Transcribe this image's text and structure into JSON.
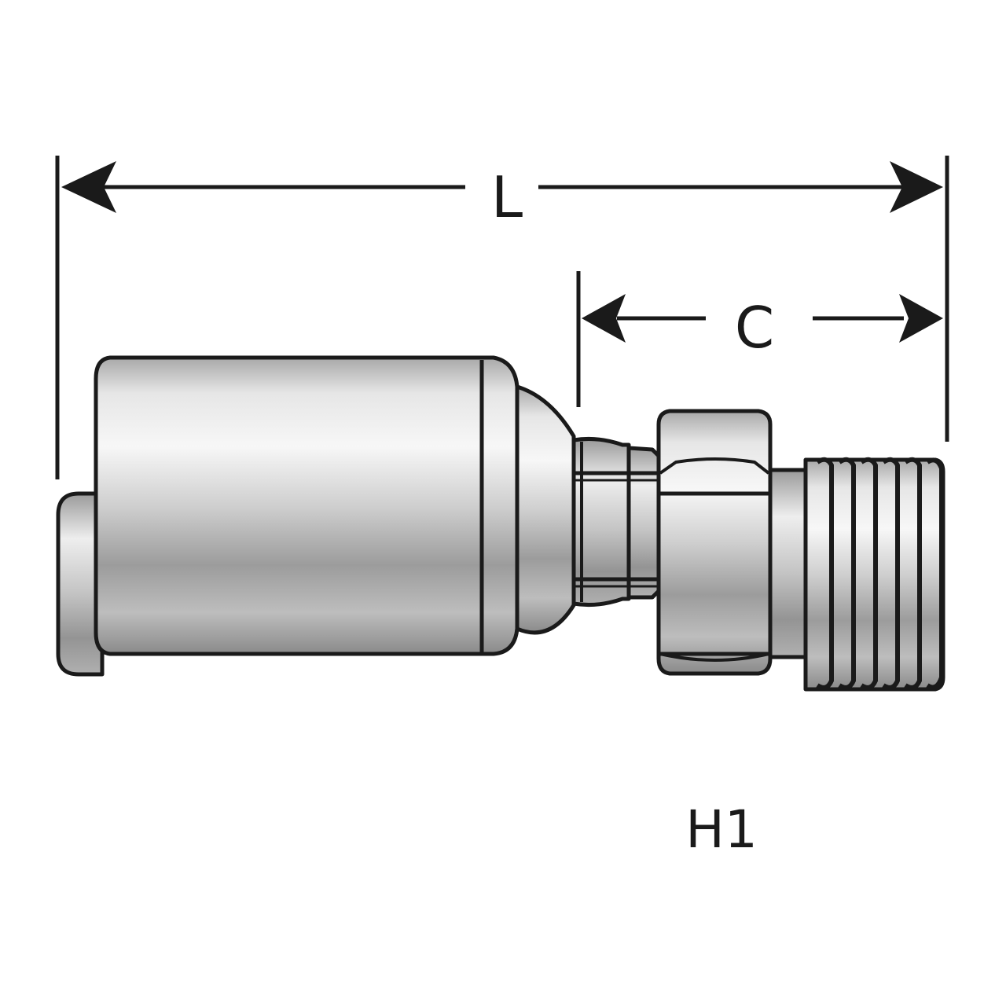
{
  "diagram": {
    "labels": {
      "overall_length": "L",
      "cutoff": "C",
      "hex": "H1"
    },
    "colors": {
      "outline": "#1a1a1a",
      "metal_highlight": "#f4f4f4",
      "metal_mid": "#c9c9c9",
      "metal_shadow": "#8f8f8f",
      "background": "#ffffff"
    }
  }
}
